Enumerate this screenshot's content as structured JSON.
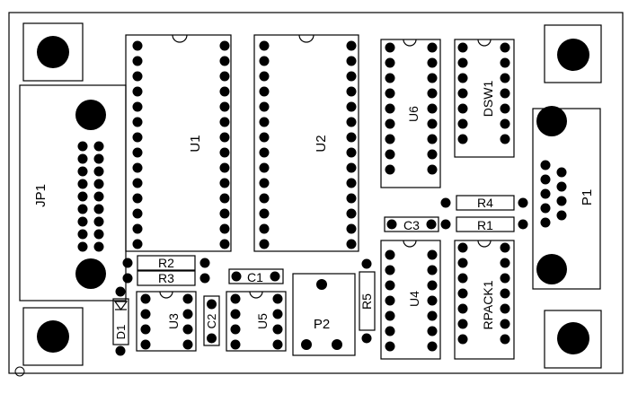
{
  "components": {
    "U1": {
      "label": "U1"
    },
    "U2": {
      "label": "U2"
    },
    "U3": {
      "label": "U3"
    },
    "U4": {
      "label": "U4"
    },
    "U5": {
      "label": "U5"
    },
    "U6": {
      "label": "U6"
    },
    "DSW1": {
      "label": "DSW1"
    },
    "JP1": {
      "label": "JP1"
    },
    "P1": {
      "label": "P1"
    },
    "P2": {
      "label": "P2"
    },
    "R1": {
      "label": "R1"
    },
    "R2": {
      "label": "R2"
    },
    "R3": {
      "label": "R3"
    },
    "R4": {
      "label": "R4"
    },
    "R5": {
      "label": "R5"
    },
    "C1": {
      "label": "C1"
    },
    "C2": {
      "label": "C2"
    },
    "C3": {
      "label": "C3"
    },
    "D1": {
      "label": "D1"
    },
    "RPACK1": {
      "label": "RPACK1"
    }
  }
}
